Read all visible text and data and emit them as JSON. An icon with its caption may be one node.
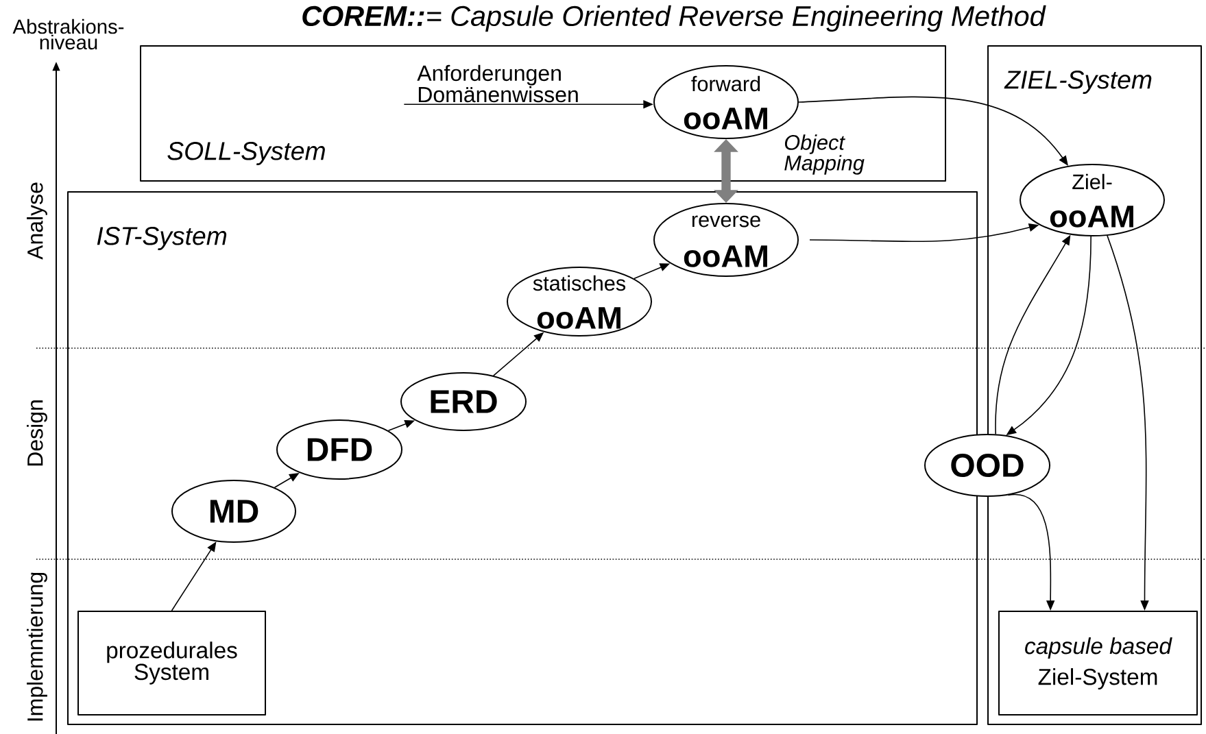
{
  "diagram": {
    "title": "**COREM::**= Capsule Oriented Reverse Engineering Method",
    "nodes": [
      {
        "text": [
          "SOLL-System"
        ]
      },
      {
        "text": [
          "IST-System"
        ]
      },
      {
        "text": [
          "ZIEL-System"
        ]
      },
      {
        "text": [
          "Anforderungen Domänenwissen"
        ],
        "in": 0
      },
      {
        "text": [
          "forward",
          "ooAM"
        ],
        "in": 0
      },
      {
        "text": [
          "reverse",
          "ooAM"
        ],
        "in": 1
      },
      {
        "text": [
          "statisches",
          "ooAM"
        ],
        "in": 1
      },
      {
        "text": [
          "ERD"
        ],
        "in": 1
      },
      {
        "text": [
          "DFD"
        ],
        "in": 1
      },
      {
        "text": [
          "MD"
        ],
        "in": 1
      },
      {
        "text": [
          "prozedurales System"
        ],
        "in": 1
      },
      {
        "text": [
          "Ziel-",
          "ooAM"
        ],
        "in": 2
      },
      {
        "text": [
          "OOD"
        ]
      },
      {
        "text": [
          "capsule based",
          "Ziel-System"
        ],
        "in": 2
      }
    ],
    "edges": [
      {
        "from": 3,
        "to": 4,
        "arrow": "to"
      },
      {
        "from": 4,
        "to": 5,
        "arrow": "both",
        "label": "Object Mapping",
        "style": "thick",
        "color": "#808080"
      },
      {
        "from": 10,
        "to": 9,
        "arrow": "to"
      },
      {
        "from": 9,
        "to": 8,
        "arrow": "to"
      },
      {
        "from": 8,
        "to": 7,
        "arrow": "to"
      },
      {
        "from": 7,
        "to": 6,
        "arrow": "to"
      },
      {
        "from": 6,
        "to": 5,
        "arrow": "to"
      },
      {
        "from": 4,
        "to": 11,
        "arrow": "to"
      },
      {
        "from": 5,
        "to": 11,
        "arrow": "to"
      },
      {
        "from": 12,
        "to": 11,
        "arrow": "to"
      },
      {
        "from": 11,
        "to": 12,
        "arrow": "to"
      },
      {
        "from": 11,
        "to": 13,
        "arrow": "to"
      },
      {
        "from": 12,
        "to": 13,
        "arrow": "to"
      }
    ],
    "labels": [
      "Abstrakions- niveau",
      "Analyse",
      "Design",
      "Implemntierung"
    ]
  }
}
